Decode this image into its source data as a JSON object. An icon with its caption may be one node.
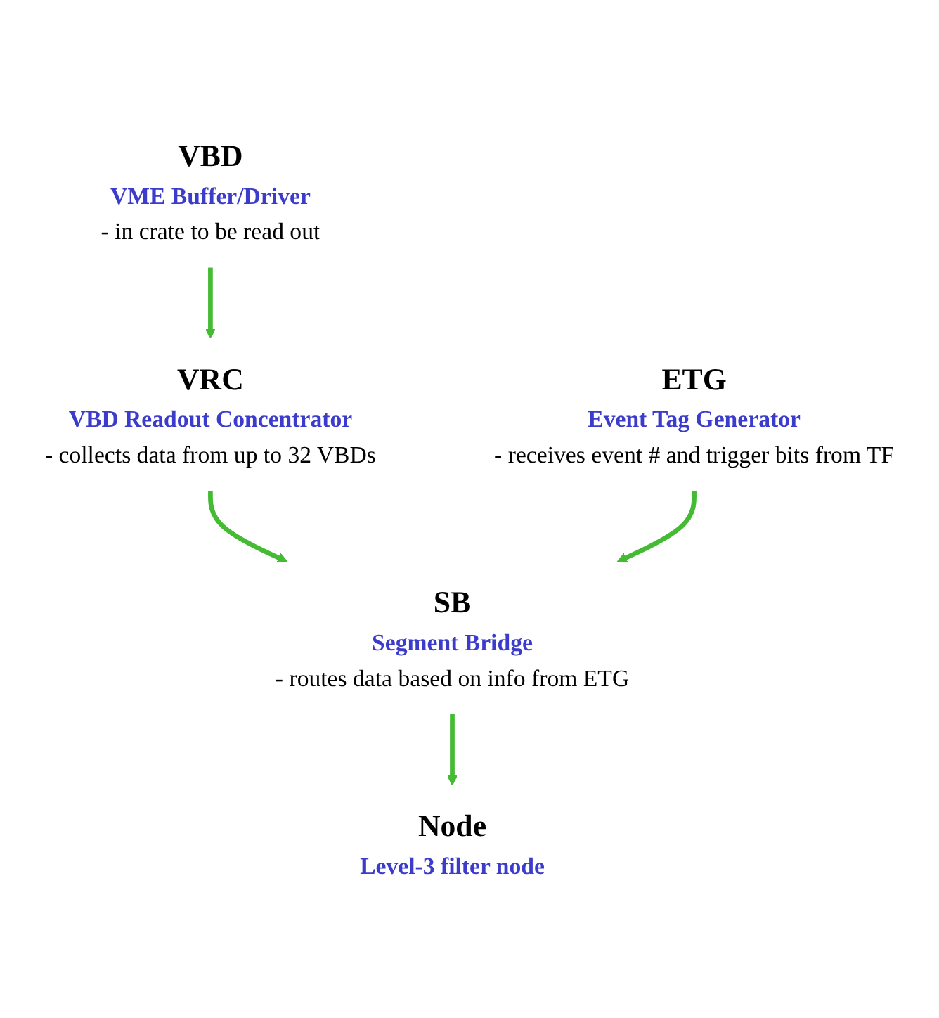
{
  "diagram": {
    "nodes": [
      {
        "text": [
          "VBD",
          "VME Buffer/Driver",
          "- in crate to be read out"
        ]
      },
      {
        "text": [
          "VRC",
          "VBD Readout Concentrator",
          "- collects data from up to 32 VBDs"
        ]
      },
      {
        "text": [
          "SB",
          "Segment Bridge",
          "- routes data based on info from ETG"
        ]
      },
      {
        "text": [
          "ETG",
          "Event Tag Generator",
          "- receives event # and trigger bits from TF"
        ]
      },
      {
        "text": [
          "Node",
          "Level-3 filter node"
        ]
      }
    ],
    "edges": [
      {
        "from": 0,
        "to": 1,
        "arrow": "to"
      },
      {
        "from": 1,
        "to": 2,
        "arrow": "to"
      },
      {
        "from": 3,
        "to": 2,
        "arrow": "to"
      },
      {
        "from": 2,
        "to": 4,
        "arrow": "to"
      }
    ]
  }
}
